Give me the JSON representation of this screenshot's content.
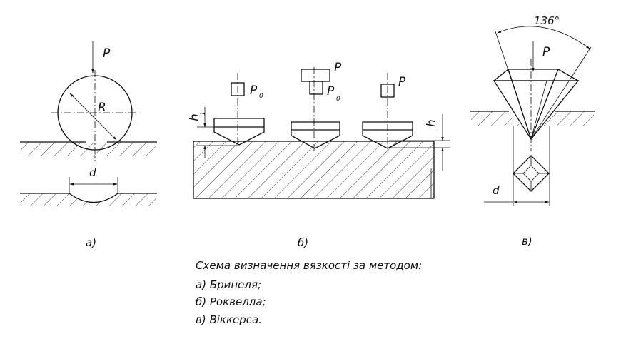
{
  "labels": {
    "force": "P",
    "preload": "P",
    "preload_sub": "0",
    "radius": "R",
    "diameter": "d",
    "angle": "136°",
    "depth": "h",
    "depth_first": "h",
    "depth_first_sub": "1",
    "diag": "d"
  },
  "panels": {
    "a": "a)",
    "b": "б)",
    "c": "в)"
  },
  "caption": {
    "title": "Схема визначення вязкості за методом:",
    "items": [
      "а) Бринеля;",
      "б) Роквелла;",
      "в) Віккерса."
    ]
  }
}
